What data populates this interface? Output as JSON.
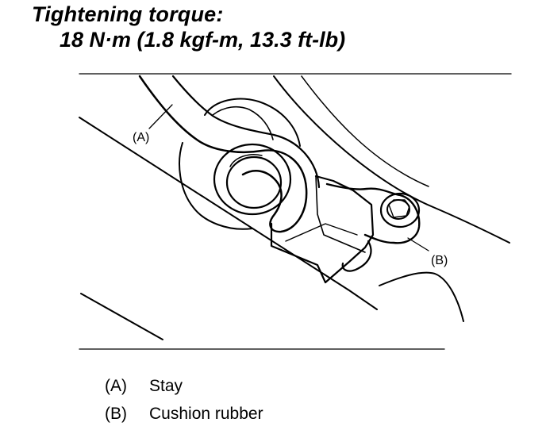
{
  "torque": {
    "heading": "Tightening torque:",
    "value": "18 N·m (1.8 kgf-m, 13.3 ft-lb)"
  },
  "callouts": {
    "a": "(A)",
    "b": "(B)"
  },
  "legend": [
    {
      "key": "(A)",
      "label": "Stay"
    },
    {
      "key": "(B)",
      "label": "Cushion rubber"
    }
  ]
}
